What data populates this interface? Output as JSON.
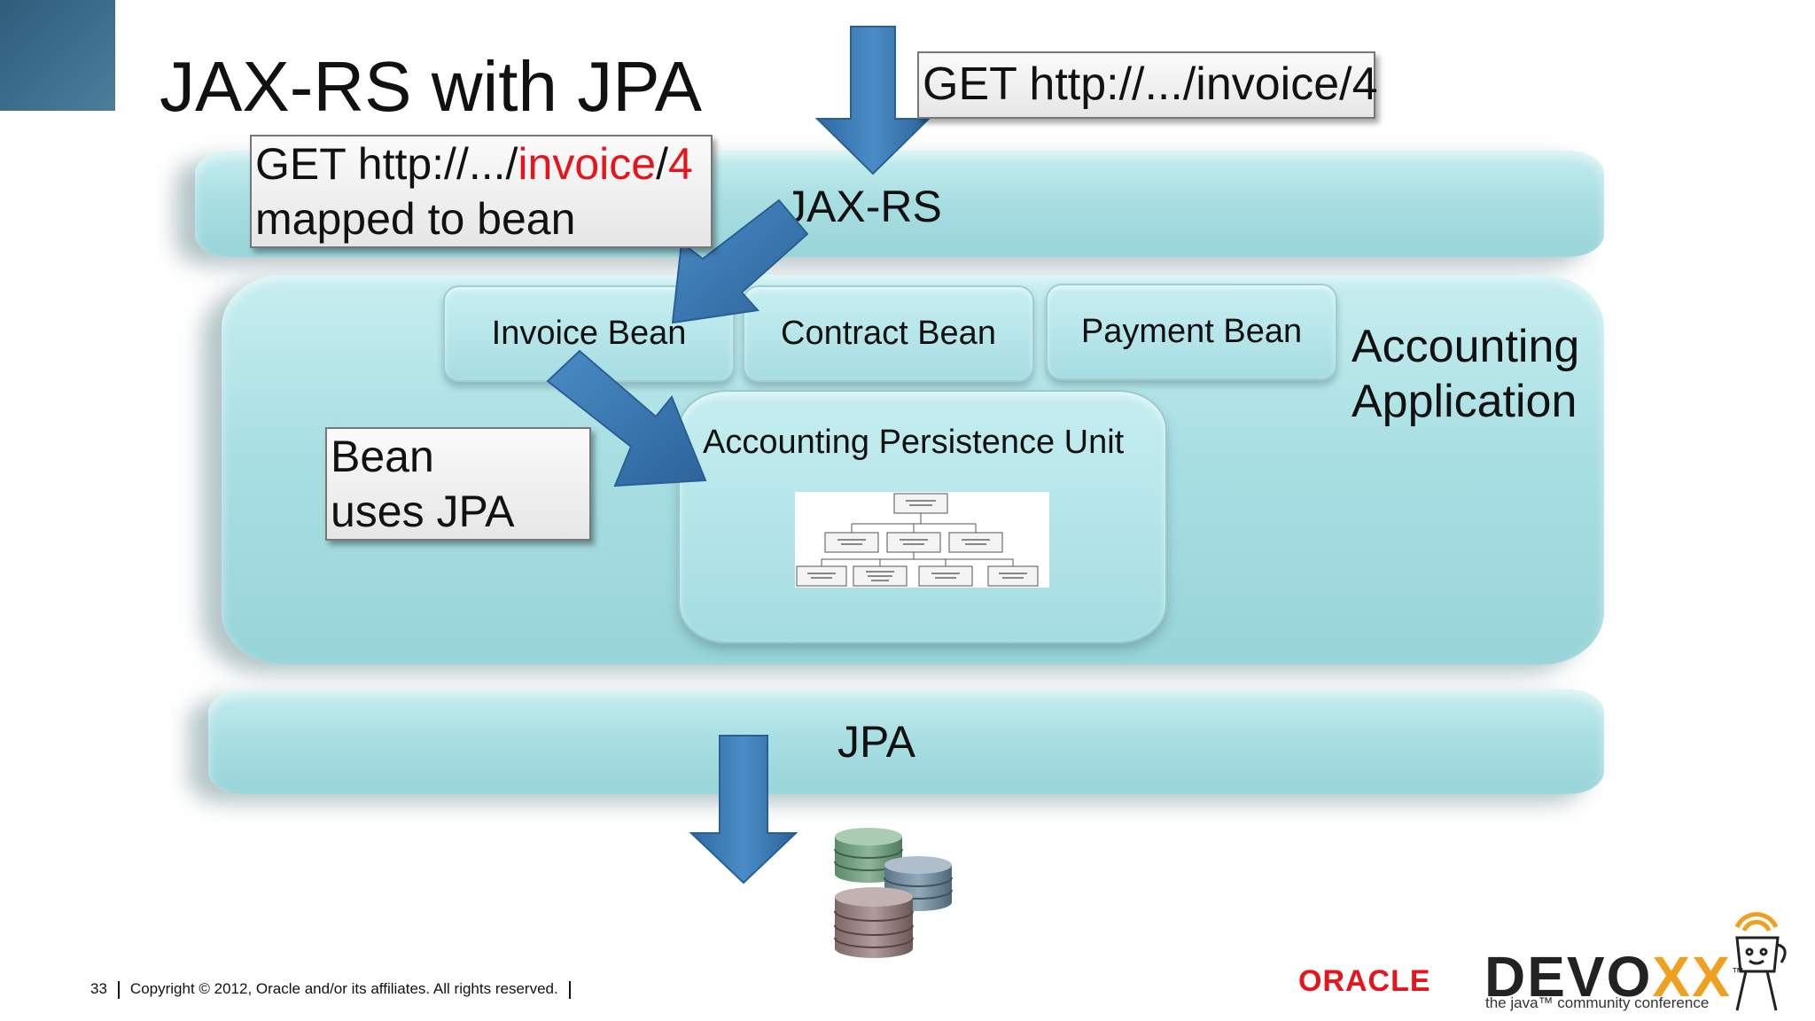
{
  "slide": {
    "title": "JAX-RS with JPA",
    "top_request": "GET http://.../invoice/4",
    "callout_get": {
      "prefix": "GET http://.../",
      "part_red_1": "invoice",
      "slash": "/",
      "part_red_2": "4",
      "line2": "mapped to bean"
    },
    "callout_bean": {
      "line1": "Bean",
      "line2": "uses JPA"
    },
    "layers": {
      "jaxrs": "JAX-RS",
      "jpa": "JPA"
    },
    "beans": [
      "Invoice Bean",
      "Contract Bean",
      "Payment Bean"
    ],
    "app_label": {
      "line1": "Accounting",
      "line2": "Application"
    },
    "persistence_unit": "Accounting Persistence Unit",
    "colors": {
      "layer": "#a9dfe3",
      "arrow": "#3a78b0",
      "red_text": "#e8141c",
      "corner": "#3f7090"
    }
  },
  "footer": {
    "page_number": "33",
    "copyright": "Copyright © 2012, Oracle and/or its affiliates. All rights reserved."
  },
  "logos": {
    "oracle": "ORACLE",
    "devoxx_main": "DEVO",
    "devoxx_x": "XX",
    "devoxx_tm": "™",
    "devoxx_tagline": "the java™ community conference"
  },
  "icons": [
    "arrow-down-icon",
    "arrow-diagonal-icon",
    "database-icon",
    "devoxx-mascot-icon"
  ]
}
